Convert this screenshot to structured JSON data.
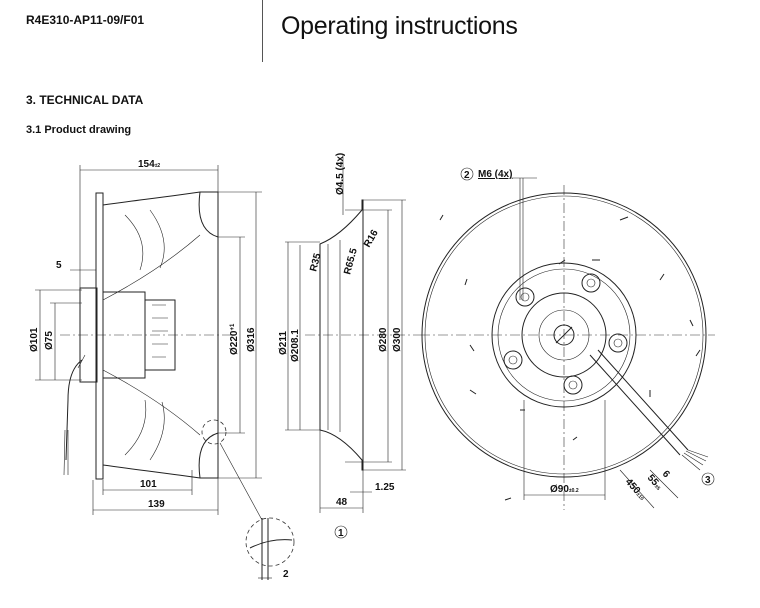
{
  "header": {
    "model": "R4E310-AP11-09/F01",
    "title": "Operating instructions"
  },
  "section": {
    "heading": "3. TECHNICAL DATA",
    "subheading": "3.1 Product drawing"
  },
  "drawing": {
    "side_view": {
      "overall_length": "154",
      "overall_length_tol": "±2",
      "flange_offset": "5",
      "dia_101": "Ø101",
      "dia_75": "Ø75",
      "dia_220": "Ø220",
      "dia_220_tol": "+1",
      "dia_316": "Ø316",
      "len_101": "101",
      "len_139": "139",
      "detail_gap": "2"
    },
    "nozzle_view": {
      "hole": "Ø4.5 (4x)",
      "r16": "R16",
      "r35": "R35",
      "r65": "R65.5",
      "dia_211": "Ø211",
      "dia_208": "Ø208.1",
      "dia_280": "Ø280",
      "dia_300": "Ø300",
      "len_48": "48",
      "thk": "1.25",
      "callout": "1"
    },
    "front_view": {
      "callout_thread": "2",
      "thread": "M6 (4x)",
      "dia_90": "Ø90",
      "dia_90_tol": "±0.2",
      "cable_len": "450",
      "cable_len_tol": "±10",
      "strip_len": "55",
      "strip_tol": "±5",
      "wire_strip": "6",
      "callout_cable": "3"
    }
  }
}
